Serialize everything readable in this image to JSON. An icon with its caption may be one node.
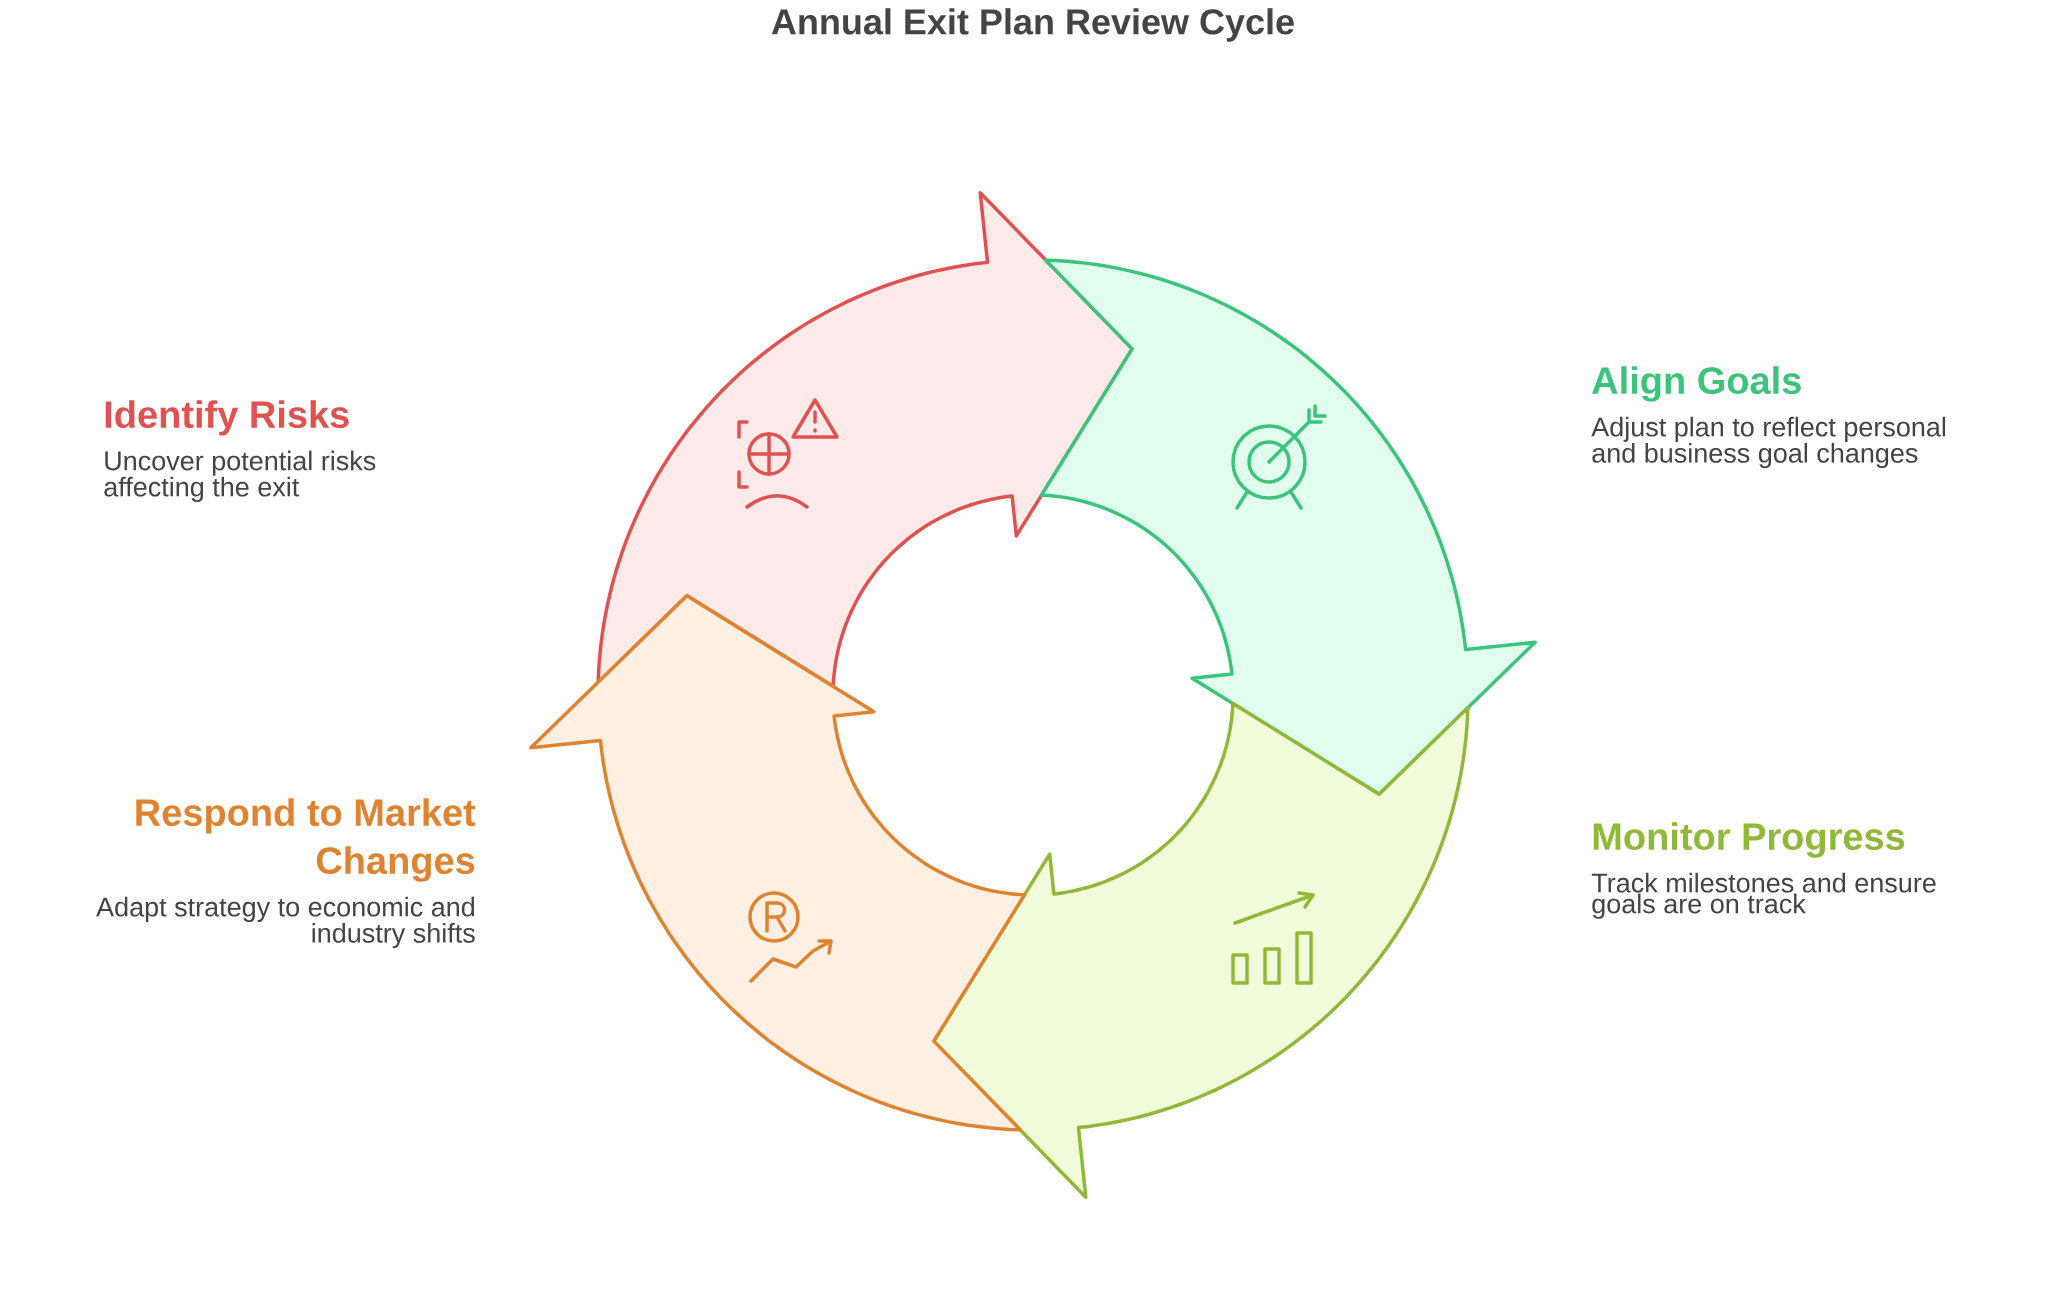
{
  "diagram": {
    "title": "Annual Exit Plan Review Cycle",
    "nodes": [
      {
        "text": [
          "Identify Risks",
          "Uncover potential risks affecting the exit"
        ]
      },
      {
        "text": [
          "Align Goals",
          "Adjust plan to reflect personal and business goal changes"
        ]
      },
      {
        "text": [
          "Monitor Progress",
          "Track milestones and ensure goals are on track"
        ]
      },
      {
        "text": [
          "Respond to Market Changes",
          "Adapt strategy to economic and industry shifts"
        ]
      }
    ]
  }
}
